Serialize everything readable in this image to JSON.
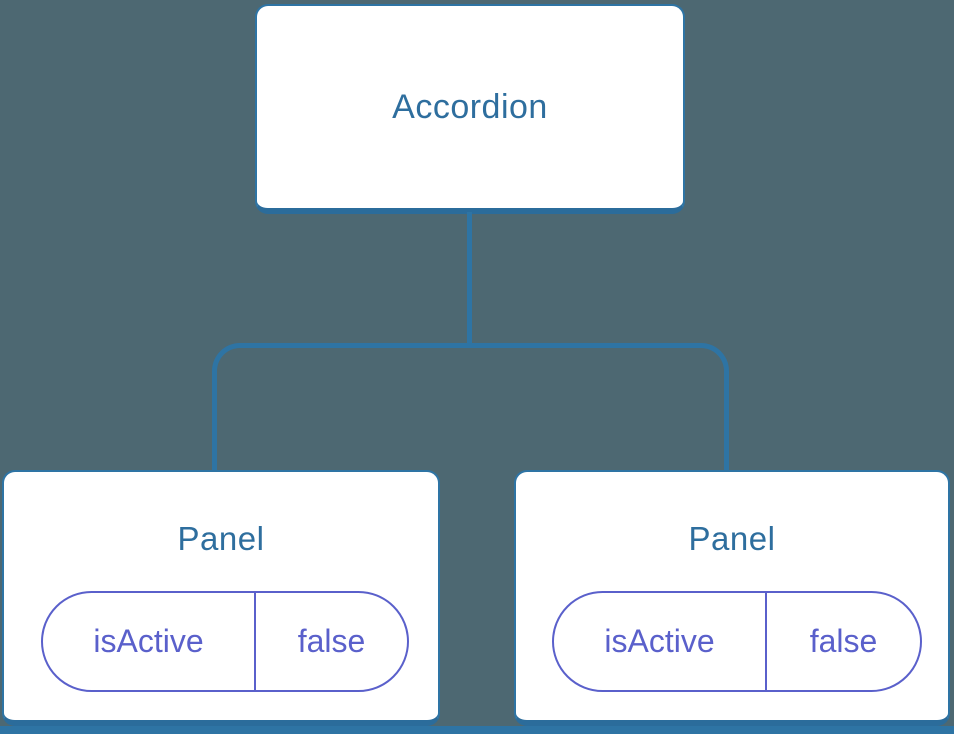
{
  "diagram": {
    "description": "Component tree diagram: Accordion parent with two Panel children, each holding isActive state set to false",
    "tree": {
      "root": {
        "label": "Accordion"
      },
      "children": [
        {
          "label": "Panel",
          "state": {
            "name": "isActive",
            "value": "false"
          }
        },
        {
          "label": "Panel",
          "state": {
            "name": "isActive",
            "value": "false"
          }
        }
      ]
    }
  },
  "colors": {
    "background": "#4D6872",
    "node_fill": "#FFFFFF",
    "node_border": "#2E74A4",
    "node_border_bottom": "#2B6C9B",
    "node_text": "#2E6E9E",
    "connector": "#2E74A4",
    "state_accent": "#5A60CB"
  }
}
